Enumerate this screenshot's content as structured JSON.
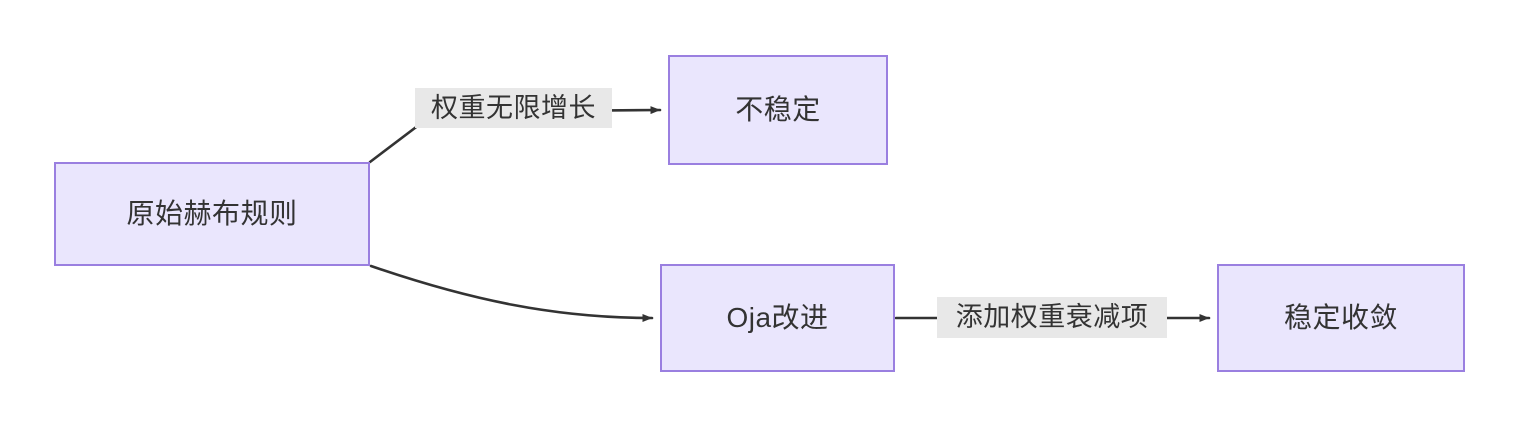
{
  "diagram": {
    "title": "Hebbian learning rule flow",
    "background": "#ffffff",
    "node_fill": "#eae6fd",
    "node_stroke": "#9a7fe0",
    "node_text_color": "#333333",
    "edge_color": "#333333",
    "label_background": "#e8e8e8"
  },
  "nodes": [
    {
      "id": "hebb",
      "label": "原始赫布规则"
    },
    {
      "id": "unstable",
      "label": "不稳定"
    },
    {
      "id": "oja",
      "label": "Oja改进"
    },
    {
      "id": "converge",
      "label": "稳定收敛"
    }
  ],
  "edges": [
    {
      "id": "hebb-unstable",
      "from": "hebb",
      "to": "unstable",
      "label": "权重无限增长"
    },
    {
      "id": "hebb-oja",
      "from": "hebb",
      "to": "oja",
      "label": ""
    },
    {
      "id": "oja-converge",
      "from": "oja",
      "to": "converge",
      "label": "添加权重衰减项"
    }
  ]
}
